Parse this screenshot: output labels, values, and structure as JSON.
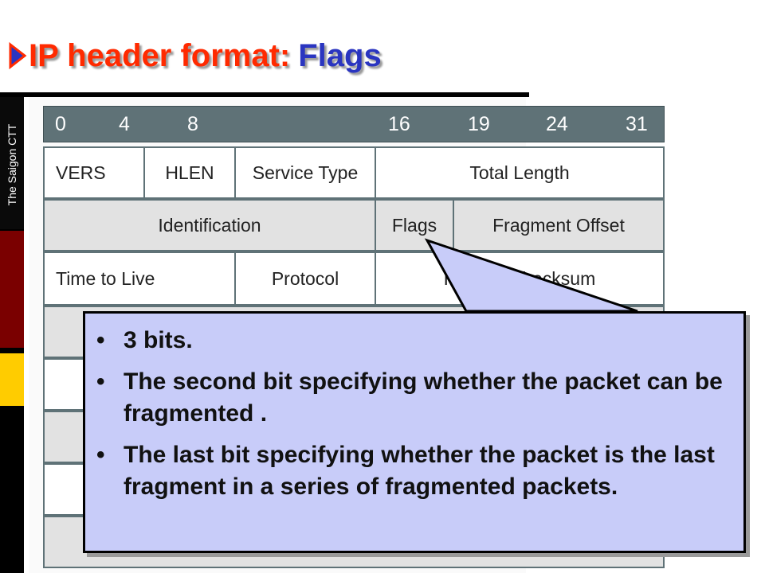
{
  "title": {
    "red_part": "IP header format:",
    "blue_part": "Flags"
  },
  "sidebar": {
    "vertical_text": "The Saigon CTT"
  },
  "diagram": {
    "bit_positions": [
      "0",
      "4",
      "8",
      "16",
      "19",
      "24",
      "31"
    ],
    "row1": [
      "VERS",
      "HLEN",
      "Service Type",
      "Total Length"
    ],
    "row2": [
      "Identification",
      "Flags",
      "Fragment  Offset"
    ],
    "row3": [
      "Time to Live",
      "Protocol",
      "Header Checksum"
    ]
  },
  "callout": {
    "bullet_char": "•",
    "items": [
      "3 bits.",
      "The second bit specifying whether the packet can be fragmented .",
      "The last bit specifying whether the packet is the last fragment in a series of fragmented packets."
    ]
  },
  "colors": {
    "title_red": "#ff2a00",
    "title_blue": "#2a35c0",
    "callout_fill": "#c8ccf9",
    "header_bar": "#5f7277",
    "sidebar_red": "#7a0000",
    "sidebar_gold": "#ffcc00"
  }
}
